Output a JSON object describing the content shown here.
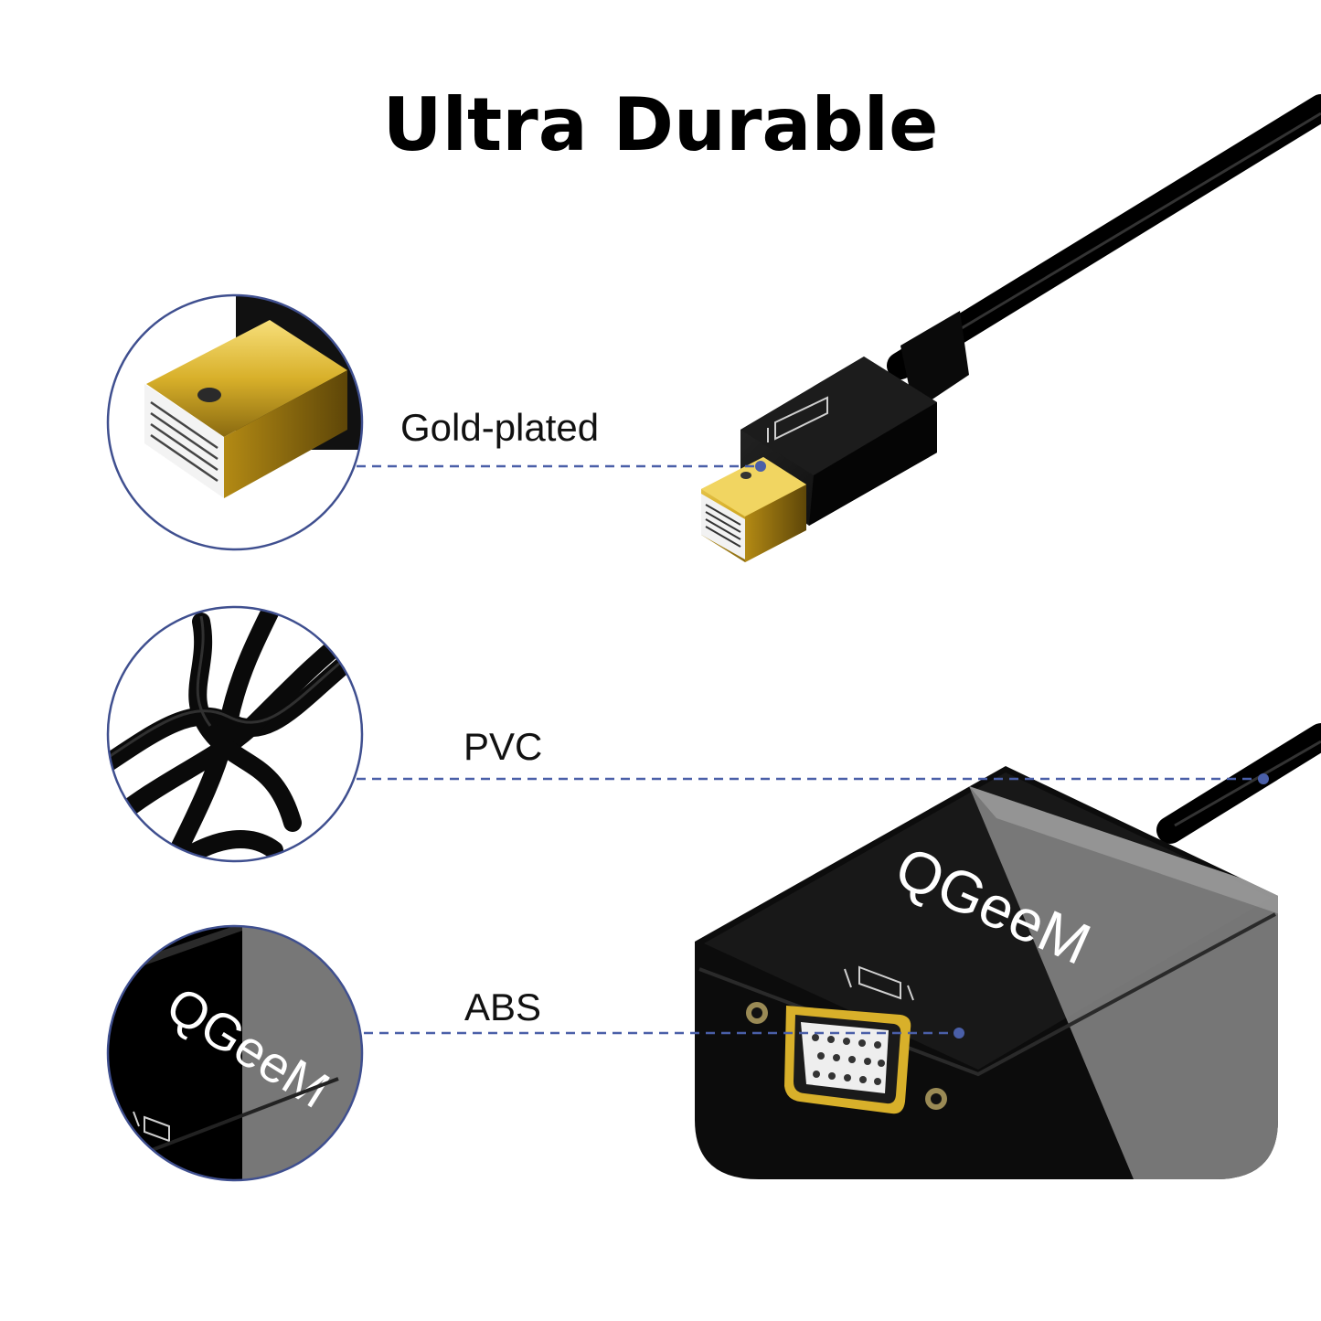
{
  "title": "Ultra Durable",
  "callouts": [
    {
      "label": "Gold-plated",
      "icon": "mini-displayport-connector-icon"
    },
    {
      "label": "PVC",
      "icon": "knotted-cable-icon"
    },
    {
      "label": "ABS",
      "icon": "adapter-housing-icon"
    }
  ],
  "brand": "QGeeM",
  "colors": {
    "accent_line": "#4a5fa8",
    "circle_border": "#3f4f8f",
    "gold": "#d8b02a",
    "housing": "#0c0c0c"
  }
}
